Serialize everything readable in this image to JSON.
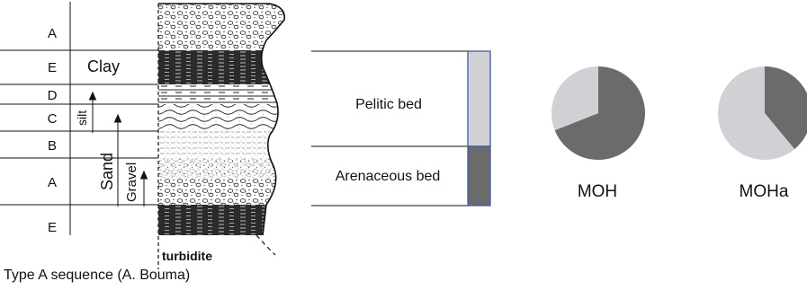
{
  "bouma_sequence": {
    "divisions": [
      "A",
      "E",
      "D",
      "C",
      "B",
      "A",
      "E"
    ],
    "clay_label": "Clay",
    "silt_label": "silt",
    "sand_label": "Sand",
    "gravel_label": "Gravel",
    "column_label": "turbidite",
    "caption": "Type A sequence (A. Bouma)"
  },
  "beds": {
    "pelitic_label": "Pelitic bed",
    "arenaceous_label": "Arenaceous bed",
    "pelitic_color": "#d1d1d5",
    "arenaceous_color": "#6b6b6b",
    "border_color": "#3b5fa3"
  },
  "chart_data": [
    {
      "type": "pie",
      "title": "MOH",
      "slices": [
        {
          "label": "arenaceous",
          "value": 69,
          "color": "#6b6b6b"
        },
        {
          "label": "pelitic",
          "value": 31,
          "color": "#d1d1d5"
        }
      ]
    },
    {
      "type": "pie",
      "title": "MOHa",
      "slices": [
        {
          "label": "arenaceous",
          "value": 39,
          "color": "#6b6b6b"
        },
        {
          "label": "pelitic",
          "value": 61,
          "color": "#d1d1d5"
        }
      ]
    }
  ]
}
